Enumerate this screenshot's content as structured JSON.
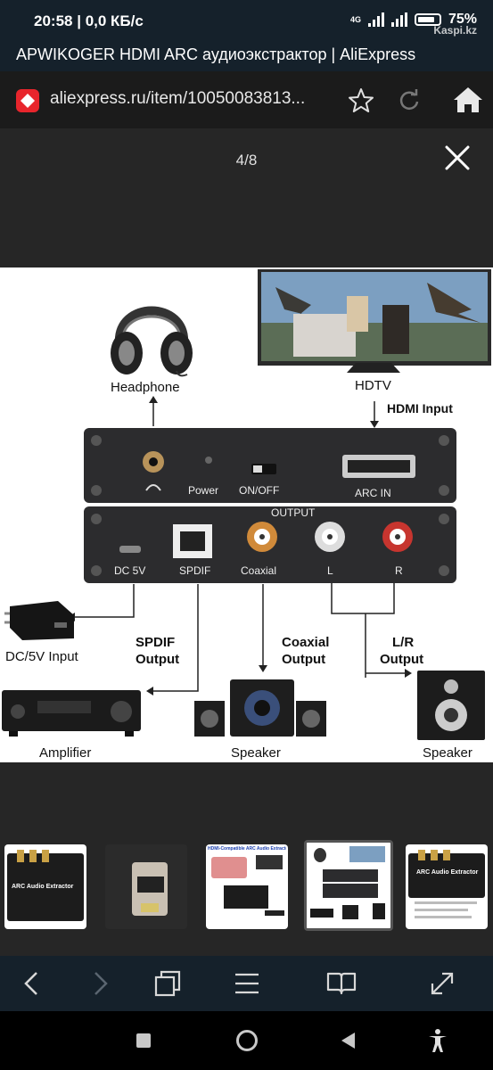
{
  "status": {
    "time": "20:58",
    "speed": "| 0,0 КБ/с",
    "network": "4G",
    "battery": "75",
    "battery_unit": "%",
    "watermark": "Kaspi.kz"
  },
  "browser": {
    "page_title": "APWIKOGER HDMI ARC аудиоэкстрактор | AliExpress",
    "url": "aliexpress.ru/item/10050083813..."
  },
  "viewer": {
    "counter": "4/8"
  },
  "diagram": {
    "headphone": "Headphone",
    "hdtv": "HDTV",
    "hdmi_input": "HDMI Input",
    "power": "Power",
    "onoff": "ON/OFF",
    "arc_in": "ARC IN",
    "output": "OUTPUT",
    "dc5v": "DC 5V",
    "spdif": "SPDIF",
    "coaxial": "Coaxial",
    "l": "L",
    "r": "R",
    "dc_input": "DC/5V Input",
    "spdif_output_1": "SPDIF",
    "spdif_output_2": "Output",
    "coaxial_output_1": "Coaxial",
    "coaxial_output_2": "Output",
    "lr_output_1": "L/R",
    "lr_output_2": "Output",
    "amplifier": "Amplifier",
    "speaker_center": "Speaker",
    "speaker_right": "Speaker"
  },
  "thumbnails": [
    {
      "caption": "ARC Audio Extractor"
    },
    {
      "caption": ""
    },
    {
      "caption": "HDMI-Compatible ARC Audio Extractor"
    },
    {
      "caption": ""
    },
    {
      "caption": "ARC Audio Extractor"
    }
  ]
}
